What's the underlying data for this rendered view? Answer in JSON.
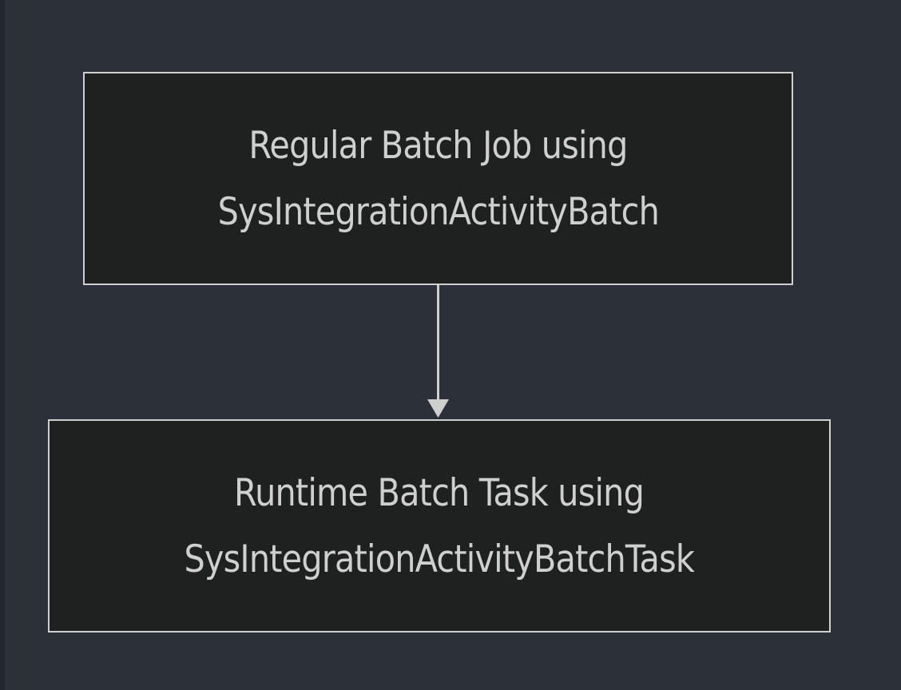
{
  "diagram": {
    "type": "flowchart",
    "direction": "top-to-bottom",
    "theme": {
      "canvas_background": "#2b3039",
      "edge_strip": "#22262e",
      "node_fill": "#1f2020",
      "node_border": "#cfcfcf",
      "text_color": "#cfcfcf",
      "arrow_color": "#cfcfcf"
    },
    "nodes": [
      {
        "id": "batch-job",
        "label_lines": [
          "Regular Batch Job using",
          "SysIntegrationActivityBatch"
        ],
        "full_label": "Regular Batch Job using SysIntegrationActivityBatch",
        "shape": "rectangle"
      },
      {
        "id": "batch-task",
        "label_lines": [
          "Runtime Batch Task using",
          "SysIntegrationActivityBatchTask"
        ],
        "full_label": "Runtime Batch Task using SysIntegrationActivityBatchTask",
        "shape": "rectangle"
      }
    ],
    "edges": [
      {
        "id": "job-to-task",
        "from": "batch-job",
        "to": "batch-task",
        "label": "",
        "arrowhead": "filled-triangle",
        "style": "solid"
      }
    ]
  }
}
